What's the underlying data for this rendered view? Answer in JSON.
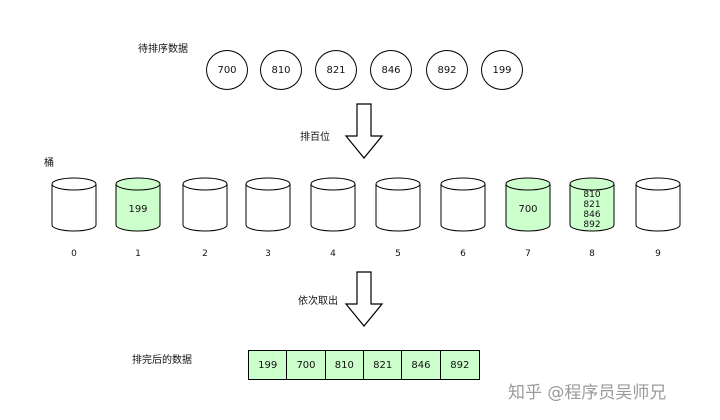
{
  "labels": {
    "input": "待排序数据",
    "step_hundreds": "排百位",
    "buckets": "桶",
    "step_collect": "依次取出",
    "output": "排完后的数据"
  },
  "input_values": [
    "700",
    "810",
    "821",
    "846",
    "892",
    "199"
  ],
  "buckets": [
    {
      "index": "0",
      "items": []
    },
    {
      "index": "1",
      "items": [
        "199"
      ]
    },
    {
      "index": "2",
      "items": []
    },
    {
      "index": "3",
      "items": []
    },
    {
      "index": "4",
      "items": []
    },
    {
      "index": "5",
      "items": []
    },
    {
      "index": "6",
      "items": []
    },
    {
      "index": "7",
      "items": [
        "700"
      ]
    },
    {
      "index": "8",
      "items": [
        "810",
        "821",
        "846",
        "892"
      ]
    },
    {
      "index": "9",
      "items": []
    }
  ],
  "output_values": [
    "199",
    "700",
    "810",
    "821",
    "846",
    "892"
  ],
  "watermark": "知乎 @程序员吴师兄",
  "colors": {
    "filled_bucket": "#ccffcc",
    "empty_bucket": "#ffffff",
    "outline": "#000000",
    "watermark": "#9b9b9b"
  }
}
